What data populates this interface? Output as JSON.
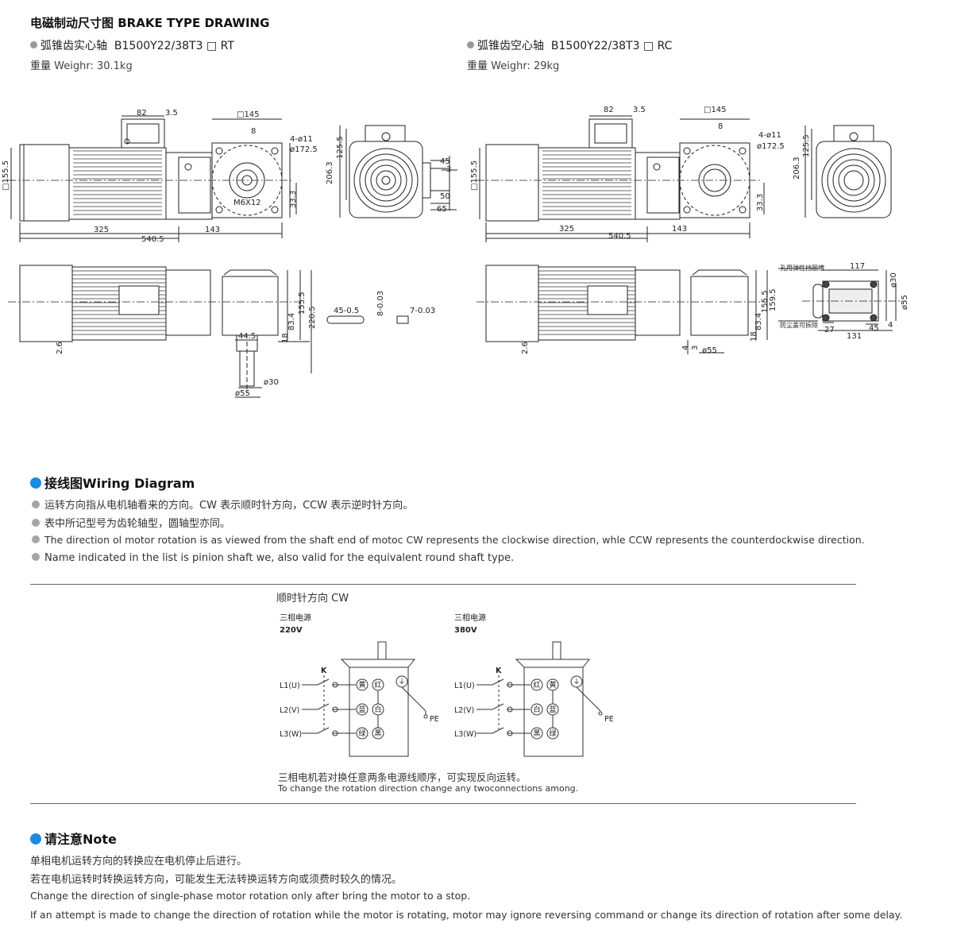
{
  "header": {
    "title": "电磁制动尺寸图 BRAKE TYPE DRAWING"
  },
  "left_model": {
    "name": "弧锥齿实心轴",
    "code": "B1500Y22/38T3 □ RT",
    "weight_label": "重量",
    "weight_value": "Weighr: 30.1kg"
  },
  "right_model": {
    "name": "弧锥齿空心轴",
    "code": "B1500Y22/38T3 □ RC",
    "weight_label": "重量",
    "weight_value": "Weighr: 29kg"
  },
  "drawing_labels": {
    "left": {
      "d82": "82",
      "d3_5": "3.5",
      "sq145": "□145",
      "key8": "8",
      "bolt": "4-ø11",
      "pcd": "ø172.5",
      "sq155": "□155.5",
      "h206": "206.3",
      "h125": "125.5",
      "d45": "45",
      "d3": "3",
      "d50": "50",
      "d65": "65",
      "m6": "M6X12",
      "h33": "33.3",
      "d325": "325",
      "d540": "540.5",
      "d143": "143",
      "d155b": "155.5",
      "d83": "83.4",
      "d220": "220.5",
      "d18": "18",
      "d26": "2.6",
      "a44": "44.5",
      "s30": "ø30",
      "s55": "ø55",
      "k45": "45-0.5",
      "k8": "8-0.03",
      "k7": "7-0.03"
    },
    "right": {
      "d82": "82",
      "d3_5": "3.5",
      "sq145": "□145",
      "key8": "8",
      "bolt": "4-ø11",
      "pcd": "ø172.5",
      "sq155": "□155.5",
      "h206": "206.3",
      "h125": "125.5",
      "h33": "33.3",
      "d325": "325",
      "d540": "540.5",
      "d143": "143",
      "d155b": "155.5",
      "d159": "159.5",
      "d83": "83.4",
      "d18": "18",
      "d26": "2.6",
      "d4": "4",
      "d3": "3",
      "s55": "ø55",
      "note1": "孔用弹性挡圈槽",
      "note2": "防尘盖可拆除",
      "d117": "117",
      "d27": "27",
      "d45": "45",
      "d131": "131",
      "s30": "ø30",
      "s55b": "ø55",
      "d4b": "4"
    }
  },
  "wiring": {
    "heading_cn": "接线图",
    "heading_en": "Wiring Diagram",
    "bullets": [
      "运转方向指从电机轴看来的方向。CW 表示顺时针方向，CCW 表示逆时针方向。",
      "表中所记型号为齿轮轴型，圆轴型亦同。",
      "The direction ol motor rotation is as viewed from the shaft end of motoc CW represents the clockwise direction, whle CCW represents the counterdockwise direction.",
      "Name indicated in the list is pinion shaft we, also valid for the equivalent round shaft type."
    ],
    "diagram_title": "顺时针方向 CW",
    "left_supply": "三相电源",
    "left_voltage": "220V",
    "right_supply": "三相电源",
    "right_voltage": "380V",
    "switch_label": "K",
    "lines": [
      "L1(U)",
      "L2(V)",
      "L3(W)"
    ],
    "pe": "PE",
    "left_terminals": [
      [
        "黄",
        "红"
      ],
      [
        "蓝",
        "白"
      ],
      [
        "绿",
        "黑"
      ]
    ],
    "right_terminals": [
      [
        "红",
        "黄"
      ],
      [
        "白",
        "蓝"
      ],
      [
        "黑",
        "绿"
      ]
    ],
    "caption_cn": "三相电机若对换任意两条电源线顺序，可实现反向运转。",
    "caption_en": "To change the rotation direction change any twoconnections among."
  },
  "note": {
    "heading_cn": "请注意",
    "heading_en": "Note",
    "lines": [
      "单相电机运转方向的转换应在电机停止后进行。",
      "若在电机运转时转换运转方向，可能发生无法转换运转方向或须费时较久的情况。",
      "Change the direction of single-phase motor rotation only after bring the motor to a stop.",
      "If an attempt is made to change the direction of rotation while the motor is rotating, motor may ignore reversing command or change its direction of rotation after some delay."
    ]
  }
}
